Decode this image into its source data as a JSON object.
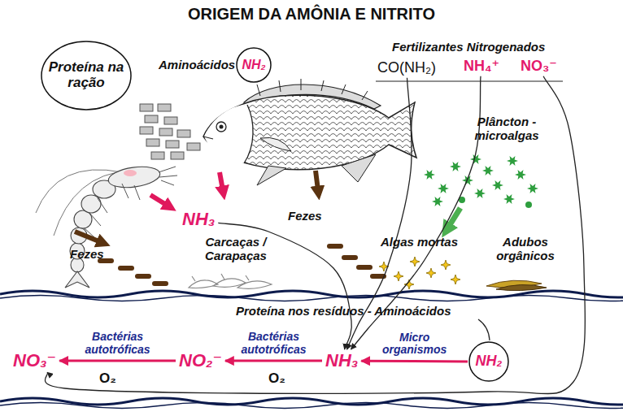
{
  "diagram": {
    "title": "ORIGEM DA AMÔNIA E NITRITO",
    "nodes": [
      {
        "text": [
          "Proteína na ração"
        ]
      },
      {
        "text": [
          "NH₂"
        ]
      },
      {
        "text": [
          "NH₃"
        ]
      },
      {
        "text": [
          "CO(NH₂)"
        ]
      },
      {
        "text": [
          "NH₄⁺"
        ]
      },
      {
        "text": [
          "NO₃⁻"
        ]
      },
      {
        "text": [
          "NH₂"
        ]
      },
      {
        "text": [
          "NH₃"
        ]
      },
      {
        "text": [
          "NO₂⁻"
        ]
      },
      {
        "text": [
          "NO₃⁻"
        ]
      }
    ],
    "edges": [
      {
        "from": 2,
        "to": 7,
        "arrow": "to"
      },
      {
        "from": 3,
        "to": 7,
        "arrow": "to"
      },
      {
        "from": 4,
        "to": 7,
        "arrow": "to"
      },
      {
        "from": 5,
        "to": 9,
        "arrow": "to"
      },
      {
        "from": 6,
        "to": 7,
        "label": "Micro organismos",
        "arrow": "to"
      },
      {
        "from": 7,
        "to": 8,
        "label": "Bactérias autotróficas",
        "arrow": "to"
      },
      {
        "from": 8,
        "to": 9,
        "label": "Bactérias autotróficas",
        "arrow": "to"
      }
    ],
    "labels": [
      "Aminoácidos",
      "Fertilizantes Nitrogenados",
      "Plâncton - microalgas",
      "Fezes",
      "Carcaças / Carapaças",
      "Fezes",
      "Algas mortas",
      "Adubos orgânicos",
      "Proteína nos resíduos - Aminoácidos",
      "O₂",
      "O₂"
    ]
  }
}
